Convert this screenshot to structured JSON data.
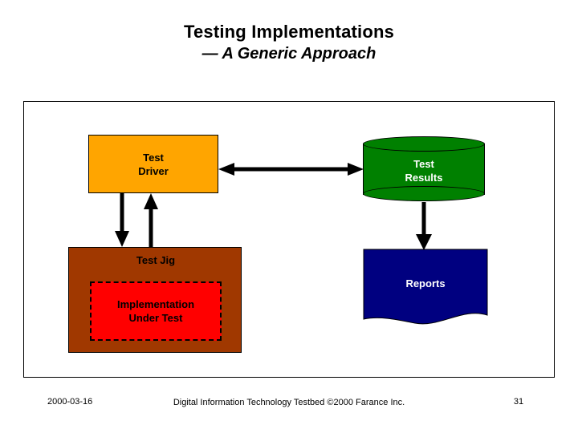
{
  "slide": {
    "title_line1": "Testing Implementations",
    "title_line2": "— A Generic Approach"
  },
  "diagram": {
    "nodes": {
      "test_driver": "Test\nDriver",
      "test_driver_line1": "Test",
      "test_driver_line2": "Driver",
      "test_jig": "Test Jig",
      "implementation_under_test_line1": "Implementation",
      "implementation_under_test_line2": "Under Test",
      "test_results_line1": "Test",
      "test_results_line2": "Results",
      "reports": "Reports"
    },
    "colors": {
      "test_driver_fill": "#ffa500",
      "test_jig_fill": "#a03800",
      "implementation_under_test_fill": "#ff0000",
      "test_results_fill": "#008000",
      "reports_fill": "#000080",
      "border": "#000000",
      "frame_border": "#000000"
    },
    "connections": [
      {
        "name": "driver-to-results",
        "from": "Test Driver",
        "to": "Test Results",
        "style": "double-headed-horizontal"
      },
      {
        "name": "driver-to-jig",
        "from": "Test Driver",
        "to": "Test Jig",
        "style": "down-arrow"
      },
      {
        "name": "jig-to-driver",
        "from": "Test Jig",
        "to": "Test Driver",
        "style": "up-arrow"
      },
      {
        "name": "results-to-reports",
        "from": "Test Results",
        "to": "Reports",
        "style": "down-arrow"
      }
    ]
  },
  "footer": {
    "date": "2000-03-16",
    "center": "Digital Information Technology Testbed ©2000 Farance Inc.",
    "page": "31"
  }
}
